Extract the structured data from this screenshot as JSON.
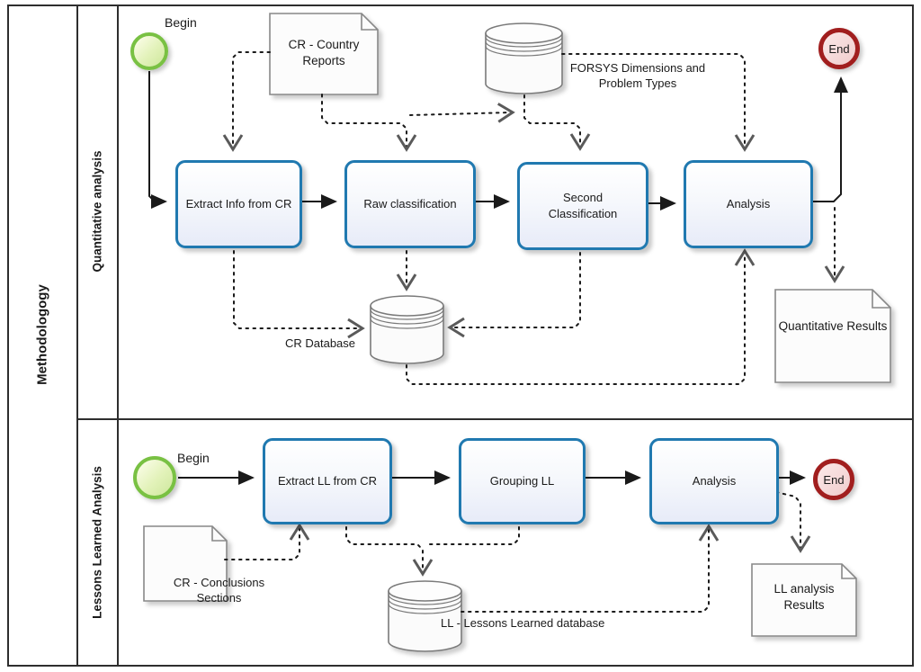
{
  "pool": {
    "title": "Methodologogy"
  },
  "lanes": {
    "top": "Quantitative analysis",
    "bottom": "Lessons Learned Analysis"
  },
  "top": {
    "begin_label": "Begin",
    "end_label": "End",
    "task_extract": "Extract Info from CR",
    "task_raw": "Raw classification",
    "task_second": "Second Classification",
    "task_analysis": "Analysis",
    "doc_country_reports": "CR - Country Reports",
    "doc_quant_results": "Quantitative Results",
    "db_forsys": "FORSYS Dimensions and Problem Types",
    "db_cr": "CR Database"
  },
  "bottom": {
    "begin_label": "Begin",
    "end_label": "End",
    "task_extract_ll": "Extract LL from CR",
    "task_grouping": "Grouping LL",
    "task_analysis": "Analysis",
    "doc_conclusions": "CR - Conclusions Sections",
    "doc_ll_results": "LL analysis Results",
    "db_ll": "LL - Lessons Learned database"
  },
  "colors": {
    "task_border": "#2079b0",
    "begin_green": "#79c143",
    "end_red": "#a11e1e",
    "line_black": "#1a1a1a",
    "shape_gray": "#7a7a7a"
  }
}
